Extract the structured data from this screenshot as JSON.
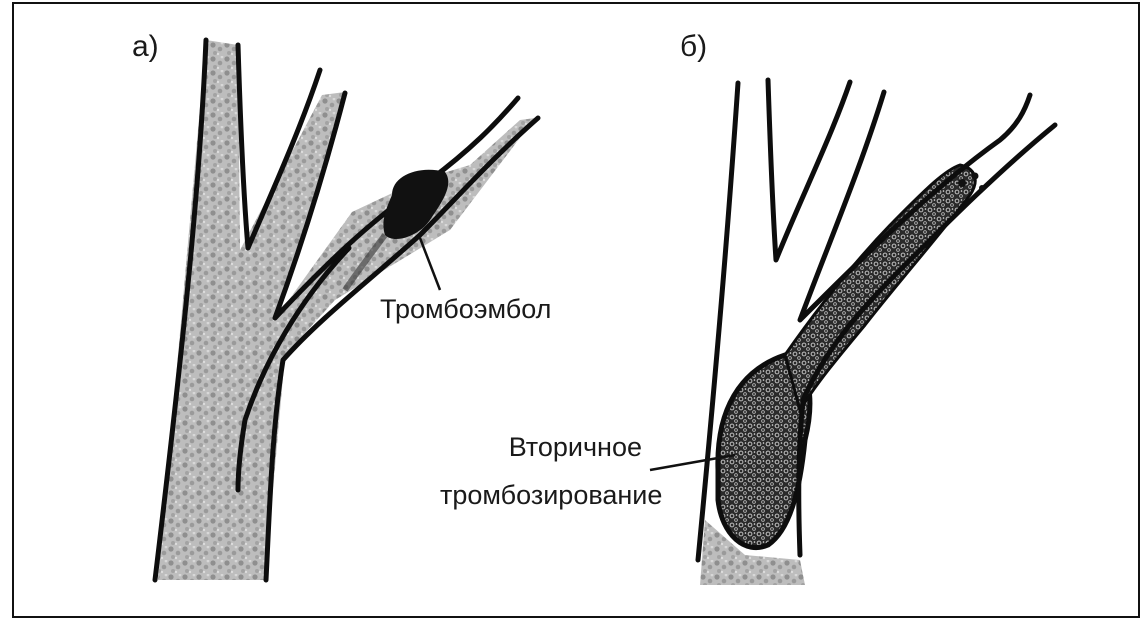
{
  "figure": {
    "panels": [
      {
        "letter": "а)",
        "callout": "Тромбоэмбол"
      },
      {
        "letter": "б)",
        "callout_line1": "Вторичное",
        "callout_line2": "тромбозирование"
      }
    ]
  }
}
